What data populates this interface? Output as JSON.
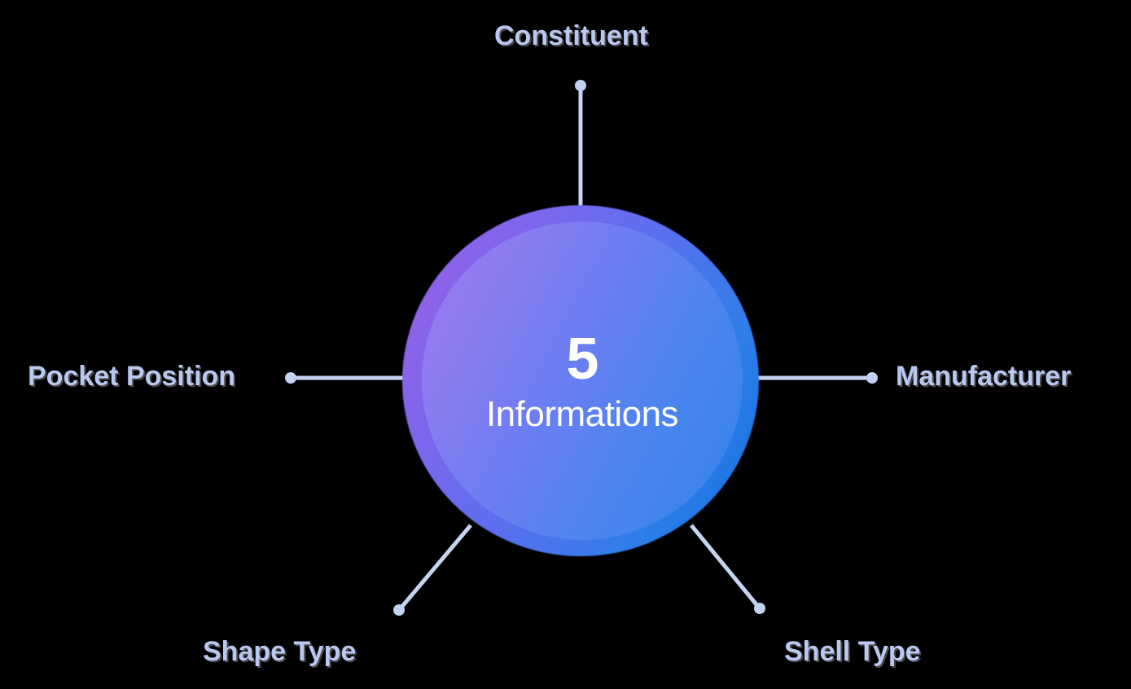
{
  "diagram": {
    "type": "hub-and-spoke",
    "hub": {
      "count": "5",
      "caption": "Informations",
      "text_color": "#ffffff",
      "gradient_from": "#9b63e6",
      "gradient_to": "#0d6fe0"
    },
    "label_color": "#b9c8ef",
    "connector_color": "#c5d4f0",
    "spokes": [
      {
        "id": "top",
        "label": "Constituent",
        "position": "top"
      },
      {
        "id": "right",
        "label": "Manufacturer",
        "position": "right"
      },
      {
        "id": "br",
        "label": "Shell Type",
        "position": "bottom-right"
      },
      {
        "id": "bl",
        "label": "Shape Type",
        "position": "bottom-left"
      },
      {
        "id": "left",
        "label": "Pocket Position",
        "position": "left"
      }
    ]
  }
}
